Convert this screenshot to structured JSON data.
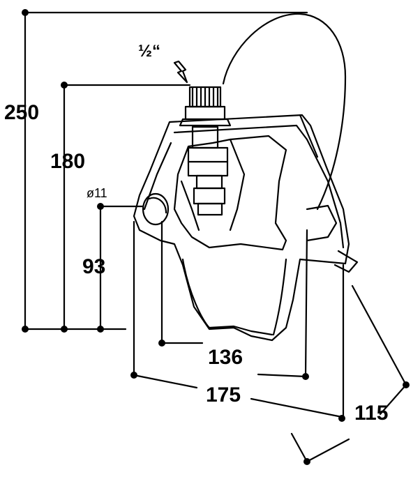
{
  "diagram": {
    "dimensions": {
      "overall_height": "250",
      "outlet_height": "180",
      "mount_hole_height": "93",
      "mount_hole_diameter": "ø11",
      "inner_width": "136",
      "outer_width": "175",
      "depth": "115",
      "thread_size": "½“"
    },
    "colors": {
      "line": "#000000",
      "background": "#ffffff"
    }
  }
}
